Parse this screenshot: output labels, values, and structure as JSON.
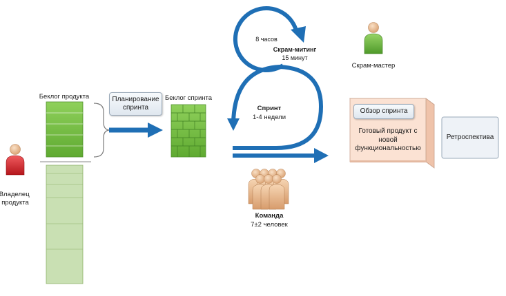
{
  "labels": {
    "product_backlog": "Беклог продукта",
    "sprint_planning": "Планирование спринта",
    "sprint_backlog": "Беклог спринта",
    "product_owner": "Владелец продукта",
    "hours": "8 часов",
    "scrum_meeting": "Скрам-митинг",
    "scrum_meeting_duration": "15 минут",
    "scrum_master": "Скрам-мастер",
    "sprint": "Спринт",
    "sprint_duration": "1-4 недели",
    "team": "Команда",
    "team_size": "7±2 человек",
    "sprint_review": "Обзор спринта",
    "product_increment": "Готовый продукт с новой функциональностью",
    "retrospective": "Ретроспектива"
  },
  "colors": {
    "arrow": "#1f6fb5",
    "backlog_green": "#74c043",
    "backlog_green_light": "#c8dfb0",
    "owner_red": "#d9252a",
    "master_green": "#6cb33f",
    "team_skin": "#e8b98f",
    "increment_fill": "#fbe2d3"
  },
  "icons": {
    "product_owner": "person-icon",
    "scrum_master": "person-icon",
    "team": "group-icon"
  }
}
